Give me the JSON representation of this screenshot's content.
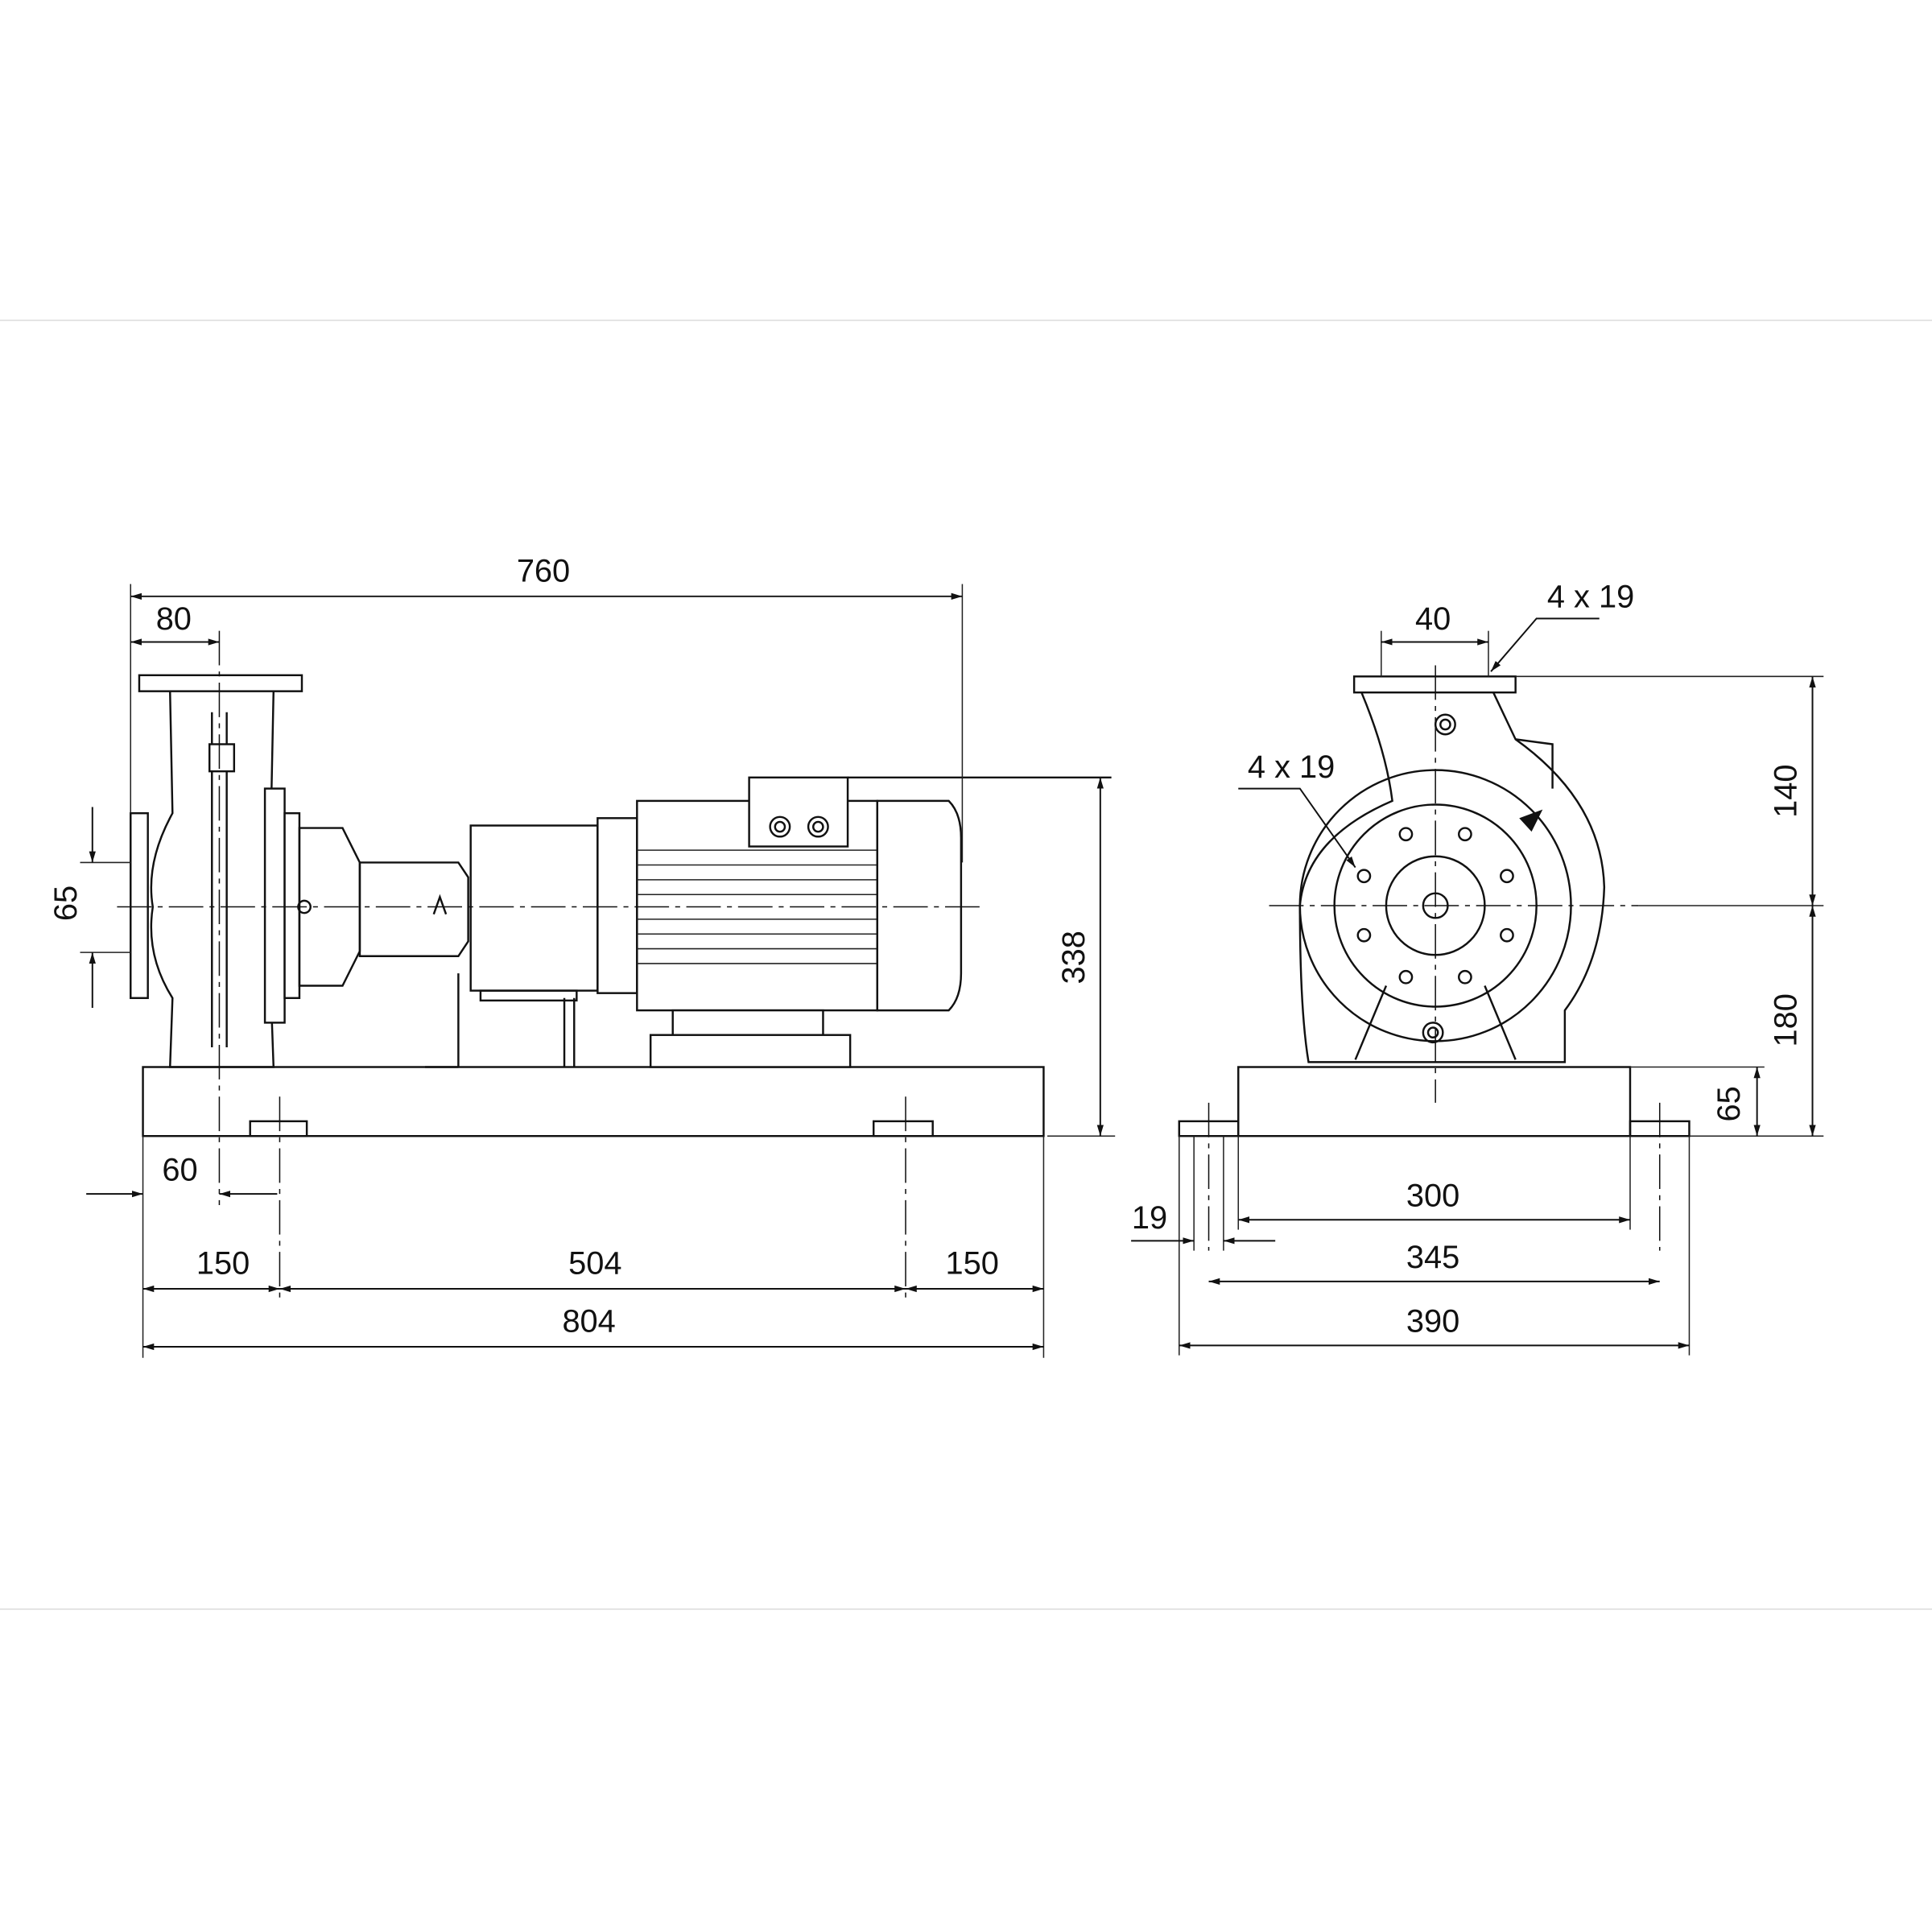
{
  "drawing": {
    "title": "Pump unit on base frame – dimensional drawing",
    "side_view": {
      "overall_length": "760",
      "suction_offset": "80",
      "suction_flange_height": "65",
      "overall_height": "338",
      "base_edge_offset": "60",
      "foot_left": "150",
      "foot_spacing": "504",
      "foot_right": "150",
      "base_length": "804"
    },
    "front_view": {
      "discharge_offset": "40",
      "discharge_bolts": "4 x 19",
      "suction_bolts": "4 x 19",
      "upper_height": "140",
      "shaft_height": "180",
      "base_height": "65",
      "base_inner_width": "300",
      "hole_spacing": "345",
      "base_width": "390",
      "hole_diameter": "19"
    }
  }
}
